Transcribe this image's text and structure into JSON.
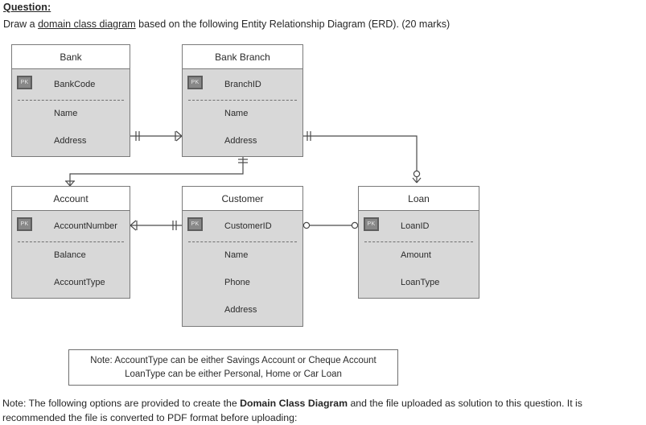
{
  "heading": "Question:",
  "prompt": {
    "before": "Draw a ",
    "underlined": "domain class diagram",
    "after": " based on the following Entity Relationship Diagram (ERD). (20 marks)"
  },
  "footer": {
    "before": "Note: The following options are provided to create the ",
    "bold": "Domain Class Diagram",
    "after": " and the file uploaded as solution to this question. It is recommended the file is converted to PDF format before uploading:"
  },
  "note_box": {
    "line1": "Note: AccountType can be either Savings Account or Cheque Account",
    "line2": "LoanType can be either Personal, Home or Car Loan"
  },
  "pk_label": "PK",
  "entities": [
    {
      "id": "bank",
      "title": "Bank",
      "key_attribute": "BankCode",
      "attributes": [
        "Name",
        "Address"
      ]
    },
    {
      "id": "bank-branch",
      "title": "Bank Branch",
      "key_attribute": "BranchID",
      "attributes": [
        "Name",
        "Address"
      ]
    },
    {
      "id": "account",
      "title": "Account",
      "key_attribute": "AccountNumber",
      "attributes": [
        "Balance",
        "AccountType"
      ]
    },
    {
      "id": "customer",
      "title": "Customer",
      "key_attribute": "CustomerID",
      "attributes": [
        "Name",
        "Phone",
        "Address"
      ]
    },
    {
      "id": "loan",
      "title": "Loan",
      "key_attribute": "LoanID",
      "attributes": [
        "Amount",
        "LoanType"
      ]
    }
  ],
  "relationships": [
    {
      "id": "bank-to-branch",
      "from": "Bank",
      "to": "Bank Branch",
      "from_cardinality": "one-and-only-one",
      "to_cardinality": "one-or-many"
    },
    {
      "id": "branch-to-loan",
      "from": "Bank Branch",
      "to": "Loan",
      "from_cardinality": "one-and-only-one",
      "to_cardinality": "zero-or-many"
    },
    {
      "id": "branch-to-account",
      "from": "Bank Branch",
      "to": "Account",
      "from_cardinality": "one-and-only-one",
      "to_cardinality": "one-or-many"
    },
    {
      "id": "account-to-customer",
      "from": "Account",
      "to": "Customer",
      "from_cardinality": "one-or-many",
      "to_cardinality": "one-and-only-one"
    },
    {
      "id": "customer-to-loan",
      "from": "Customer",
      "to": "Loan",
      "from_cardinality": "zero-or-one",
      "to_cardinality": "zero-or-one"
    }
  ]
}
